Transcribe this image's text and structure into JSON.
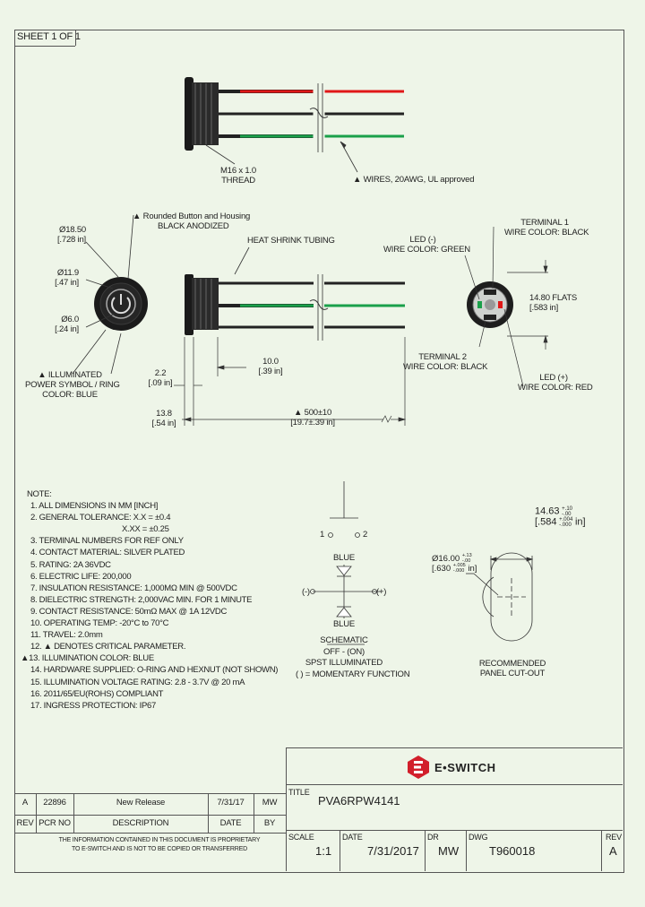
{
  "sheet": "SHEET 1 OF 1",
  "top_view": {
    "thread": [
      "M16 x 1.0",
      "THREAD"
    ],
    "wires": "WIRES, 20AWG, UL approved"
  },
  "front_view": {
    "housing_note": [
      "Rounded Button and Housing",
      "BLACK ANODIZED"
    ],
    "dim_outer": [
      "Ø18.50",
      "[.728 in]"
    ],
    "dim_mid": [
      "Ø11.9",
      "[.47 in]"
    ],
    "dim_inner": [
      "Ø6.0",
      "[.24 in]"
    ],
    "symbol_note": [
      "ILLUMINATED",
      "POWER SYMBOL / RING",
      "COLOR: BLUE"
    ]
  },
  "side_view": {
    "heat_shrink": "HEAT SHRINK TUBING",
    "dim_2_2": [
      "2.2",
      "[.09 in]"
    ],
    "dim_10": [
      "10.0",
      "[.39 in]"
    ],
    "dim_13_8": [
      "13.8",
      "[.54 in]"
    ],
    "dim_500": [
      "500±10",
      "[19.7±.39 in]"
    ]
  },
  "rear_view": {
    "terminal1": [
      "TERMINAL 1",
      "WIRE COLOR: BLACK"
    ],
    "led_neg": [
      "LED (-)",
      "WIRE COLOR: GREEN"
    ],
    "flats": [
      "14.80 FLATS",
      "[.583 in]"
    ],
    "terminal2": [
      "TERMINAL 2",
      "WIRE COLOR: BLACK"
    ],
    "led_pos": [
      "LED (+)",
      "WIRE COLOR: RED"
    ]
  },
  "notes": [
    "NOTE:",
    "1. ALL DIMENSIONS IN MM [INCH]",
    "2. GENERAL TOLERANCE: X.X = ±0.4",
    "X.XX = ±0.25",
    "3. TERMINAL NUMBERS FOR REF ONLY",
    "4. CONTACT MATERIAL: SILVER PLATED",
    "5. RATING: 2A 36VDC",
    "6. ELECTRIC LIFE: 200,000",
    "7. INSULATION RESISTANCE: 1,000MΩ MIN @ 500VDC",
    "8. DIELECTRIC STRENGTH: 2,000VAC MIN. FOR 1 MINUTE",
    "9. CONTACT RESISTANCE: 50mΩ MAX @ 1A 12VDC",
    "10. OPERATING TEMP: -20°C to 70°C",
    "11. TRAVEL: 2.0mm",
    "12. ▲ DENOTES CRITICAL PARAMETER.",
    "▲13. ILLUMINATION COLOR: BLUE",
    "14. HARDWARE SUPPLIED: O-RING AND HEXNUT (NOT SHOWN)",
    "15. ILLUMINATION VOLTAGE RATING: 2.8 - 3.7V @ 20 mA",
    "16. 2011/65/EU(ROHS) COMPLIANT",
    "17. INGRESS PROTECTION: IP67"
  ],
  "schematic": {
    "term1": "1",
    "term2": "2",
    "blue_top": "BLUE",
    "blue_bottom": "BLUE",
    "minus": "(-)",
    "plus": "(+)",
    "title": "SCHEMATIC",
    "mode": "OFF - (ON)",
    "type": "SPST ILLUMINATED",
    "footnote": "( ) = MOMENTARY FUNCTION"
  },
  "cutout": {
    "flat_dim": "14.63",
    "flat_tol": [
      "+.10",
      "-.00"
    ],
    "flat_in": "[.584",
    "flat_in_tol": [
      "+.004",
      "-.000"
    ],
    "flat_in_unit": "in]",
    "dia_dim": "Ø16.00",
    "dia_tol": [
      "+.13",
      "-.00"
    ],
    "dia_in": "[.630",
    "dia_in_tol": [
      "+.005",
      "-.000"
    ],
    "dia_in_unit": "in]",
    "label": [
      "RECOMMENDED",
      "PANEL CUT-OUT"
    ]
  },
  "title_block": {
    "brand": "E•SWITCH",
    "title_label": "TITLE",
    "part": "PVA6RPW4141",
    "scale_label": "SCALE",
    "scale": "1:1",
    "date_label": "DATE",
    "date": "7/31/2017",
    "dr_label": "DR",
    "dr": "MW",
    "dwg_label": "DWG",
    "dwg": "T960018",
    "rev_label": "REV",
    "rev": "A"
  },
  "revision": {
    "row": {
      "rev": "A",
      "pcr": "22896",
      "desc": "New Release",
      "date": "7/31/17",
      "by": "MW"
    },
    "headers": {
      "rev": "REV",
      "pcr": "PCR NO",
      "desc": "DESCRIPTION",
      "date": "DATE",
      "by": "BY"
    },
    "proprietary": [
      "THE INFORMATION CONTAINED IN THIS DOCUMENT IS PROPRIETARY",
      "TO E-SWITCH AND IS NOT TO BE COPIED OR TRANSFERRED"
    ]
  },
  "colors": {
    "wire_red": "#e01818",
    "wire_black": "#222222",
    "wire_green": "#1aa04a",
    "logo_red": "#d21f2b"
  }
}
